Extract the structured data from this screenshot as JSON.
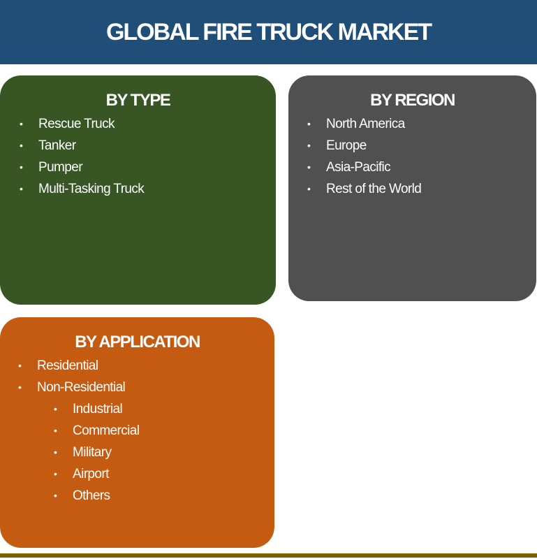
{
  "header": {
    "title": "GLOBAL FIRE TRUCK MARKET"
  },
  "by_type": {
    "title": "BY TYPE",
    "items": [
      "Rescue Truck",
      "Tanker",
      "Pumper",
      "Multi-Tasking Truck"
    ]
  },
  "by_region": {
    "title": "BY REGION",
    "items": [
      "North America",
      "Europe",
      "Asia-Pacific",
      "Rest of the World"
    ]
  },
  "by_application": {
    "title": "BY APPLICATION",
    "items": [
      "Residential",
      "Non-Residential"
    ],
    "non_residential_items": [
      "Industrial",
      "Commercial",
      "Military",
      "Airport",
      "Others"
    ]
  },
  "bullet": "•",
  "colors": {
    "header": "#1f4e79",
    "by_type": "#375623",
    "by_region": "#505050",
    "by_application": "#c55a11",
    "bottom_rule": "#7f6000"
  }
}
